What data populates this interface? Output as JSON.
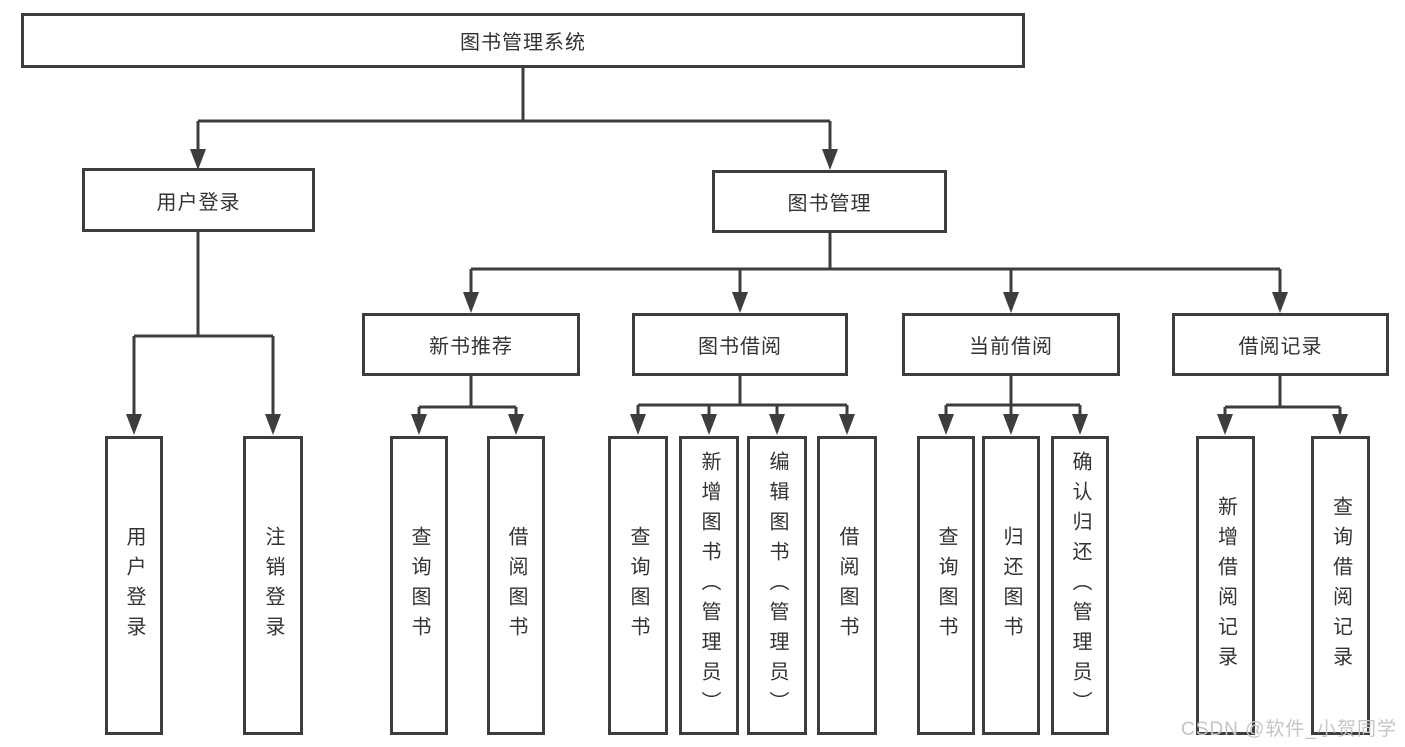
{
  "diagram": {
    "type": "tree",
    "direction": "top-down",
    "colors": {
      "line": "#3d3d3d",
      "box_border": "#3d3d3d",
      "box_fill": "#ffffff",
      "text": "#333333",
      "background": "#ffffff",
      "watermark": "#c9c4c4"
    },
    "tree": {
      "label": "图书管理系统",
      "children": [
        {
          "label": "用户登录",
          "children": [
            {
              "label": "用户登录"
            },
            {
              "label": "注销登录"
            }
          ]
        },
        {
          "label": "图书管理",
          "children": [
            {
              "label": "新书推荐",
              "children": [
                {
                  "label": "查询图书"
                },
                {
                  "label": "借阅图书"
                }
              ]
            },
            {
              "label": "图书借阅",
              "children": [
                {
                  "label": "查询图书"
                },
                {
                  "label": "新增图书（管理员）"
                },
                {
                  "label": "编辑图书（管理员）"
                },
                {
                  "label": "借阅图书"
                }
              ]
            },
            {
              "label": "当前借阅",
              "children": [
                {
                  "label": "查询图书"
                },
                {
                  "label": "归还图书"
                },
                {
                  "label": "确认归还（管理员）"
                }
              ]
            },
            {
              "label": "借阅记录",
              "children": [
                {
                  "label": "新增借阅记录"
                },
                {
                  "label": "查询借阅记录"
                }
              ]
            }
          ]
        }
      ]
    },
    "watermark": {
      "text": "CSDN @软件_小贺同学"
    }
  }
}
